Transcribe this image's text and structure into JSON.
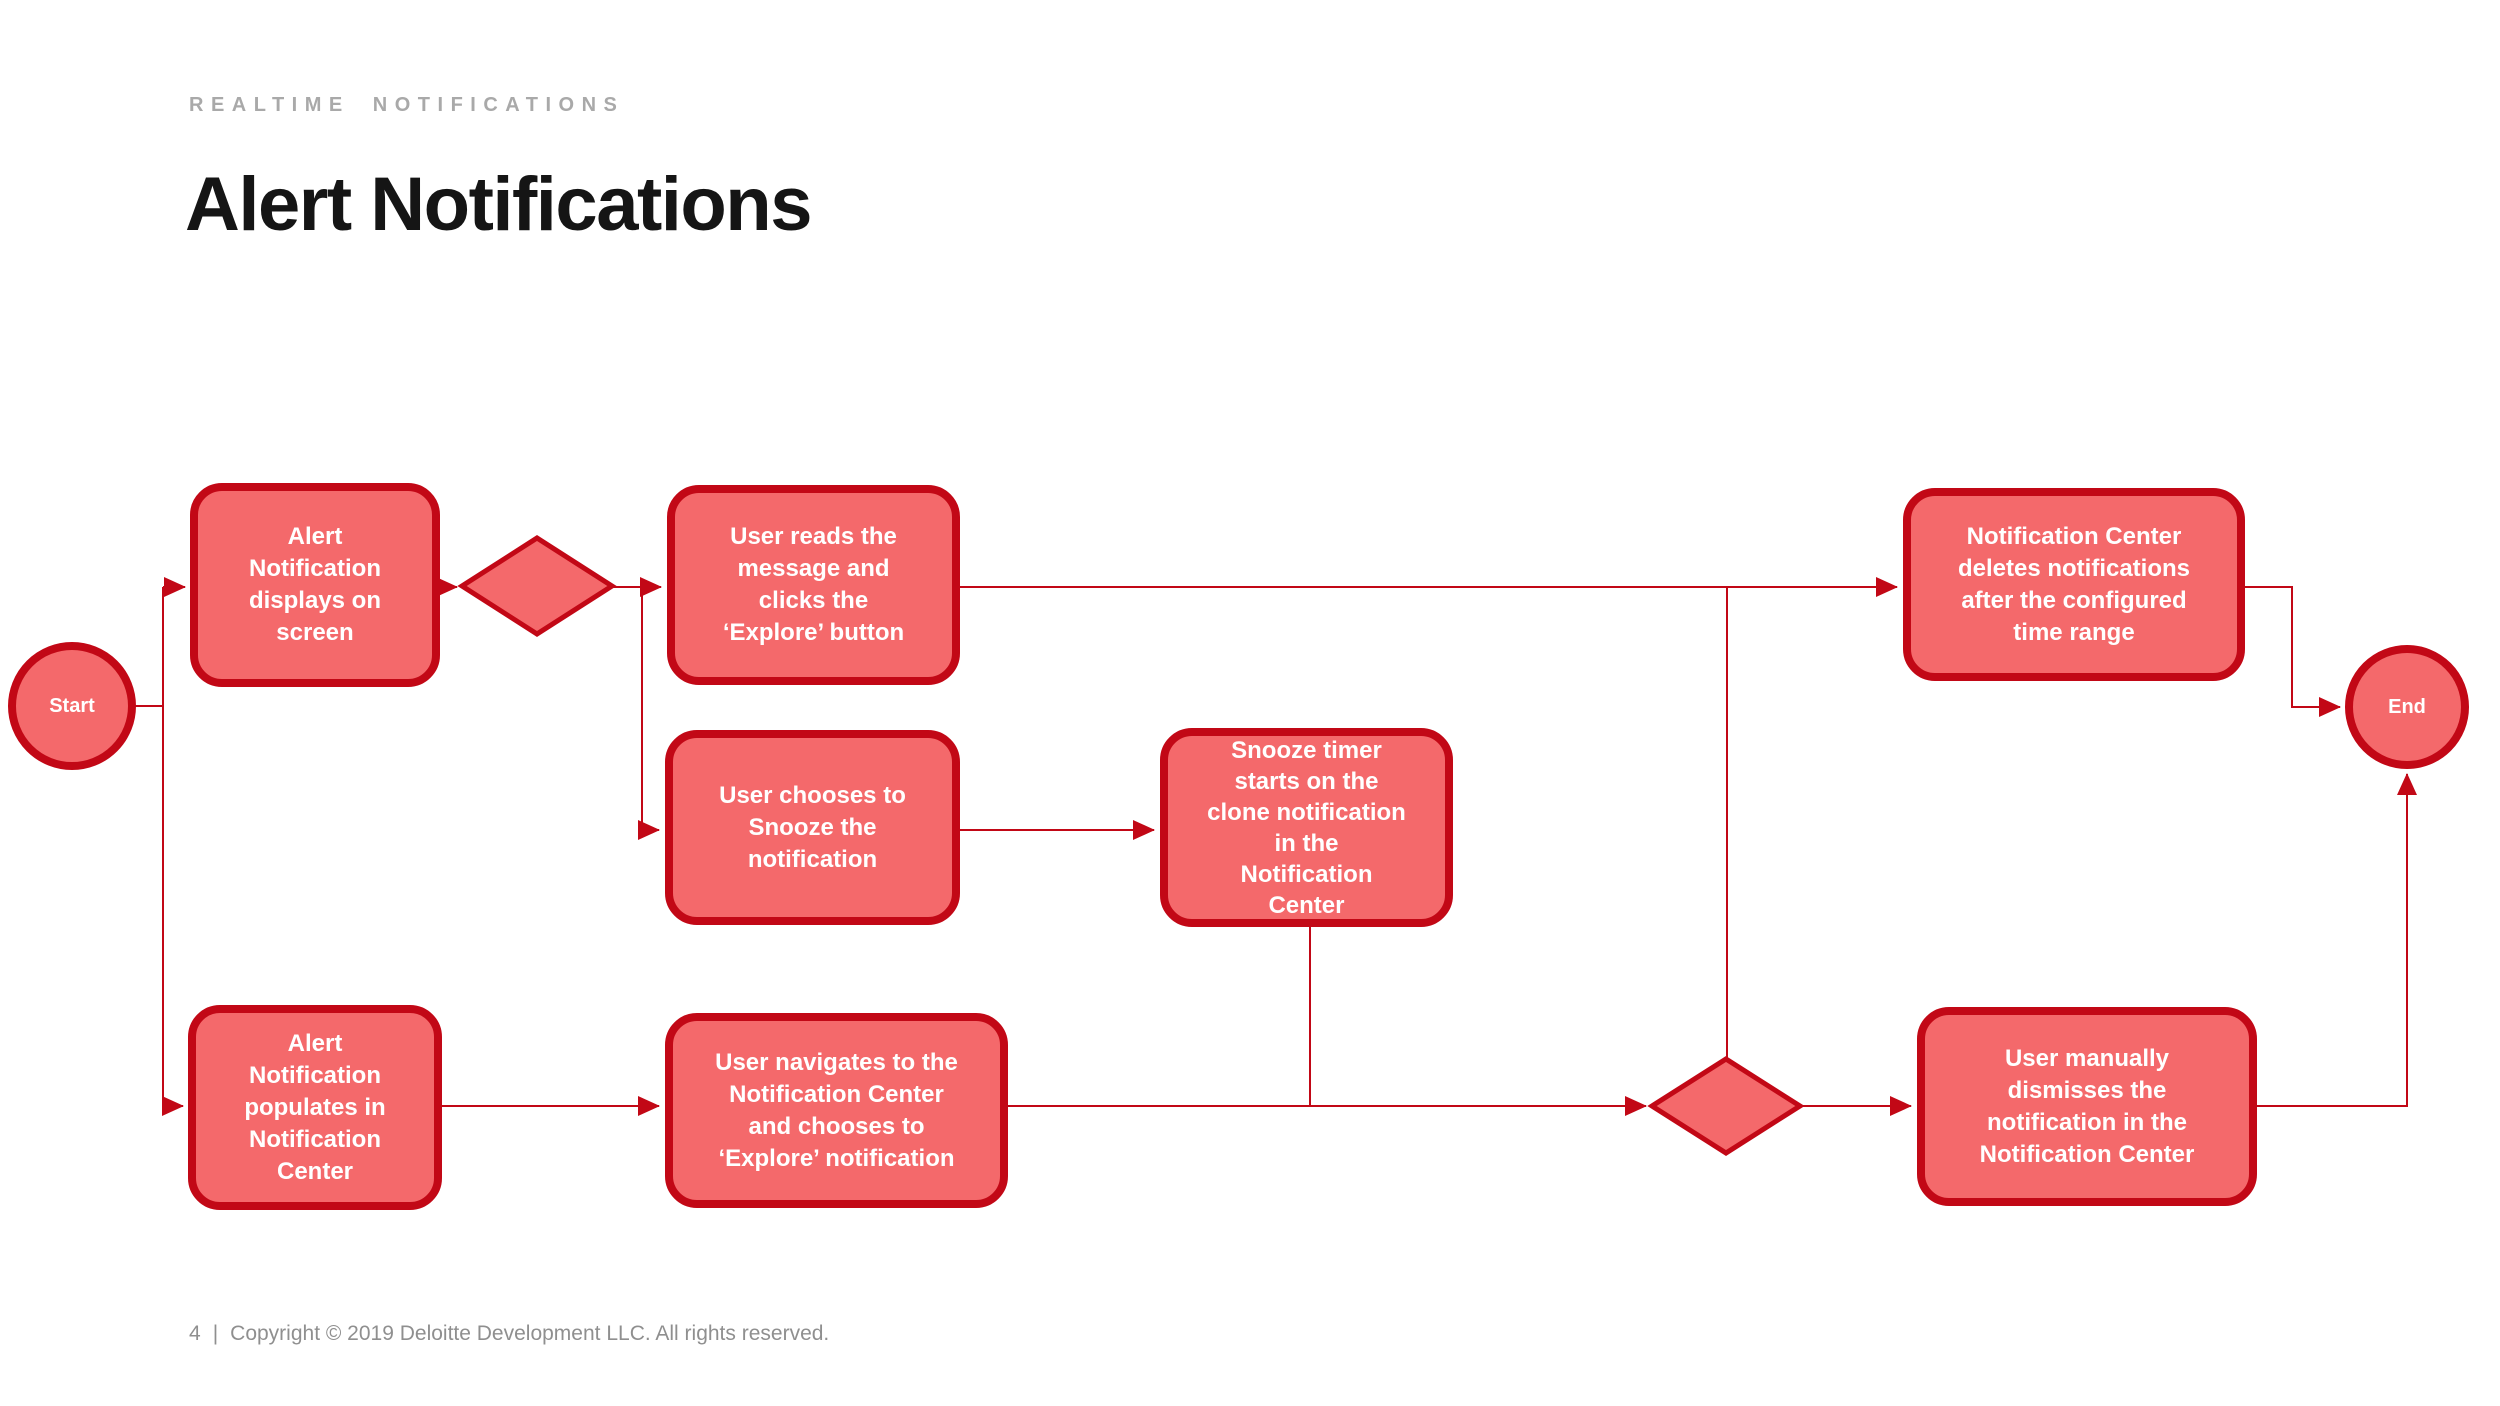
{
  "slide": {
    "kicker": "REALTIME NOTIFICATIONS",
    "title": "Alert Notifications",
    "footer": {
      "page_number": "4",
      "separator": "|",
      "copyright": "Copyright © 2019 Deloitte Development LLC. All rights reserved."
    }
  },
  "colors": {
    "background": "#FFFFFF",
    "node_fill": "#F4696B",
    "node_border": "#C20816",
    "connector": "#C20816",
    "node_text": "#FFFFFF",
    "kicker_text": "#A9A9A9",
    "title_text": "#151515",
    "footer_text": "#8F8F8F"
  },
  "flowchart": {
    "start": {
      "label": "Start"
    },
    "end": {
      "label": "End"
    },
    "nodes": {
      "alert_displays": {
        "lines": [
          "Alert",
          "Notification",
          "displays on",
          "screen"
        ]
      },
      "user_reads": {
        "lines": [
          "User reads the",
          "message and",
          "clicks the",
          "‘Explore’ button"
        ]
      },
      "user_snoozes": {
        "lines": [
          "User chooses to",
          "Snooze the",
          "notification"
        ]
      },
      "snooze_timer": {
        "lines": [
          "Snooze timer",
          "starts on the",
          "clone notification",
          "in the",
          "Notification",
          "Center"
        ]
      },
      "center_deletes": {
        "lines": [
          "Notification Center",
          "deletes notifications",
          "after the configured",
          "time range"
        ]
      },
      "alert_populates": {
        "lines": [
          "Alert",
          "Notification",
          "populates in",
          "Notification",
          "Center"
        ]
      },
      "user_navigates": {
        "lines": [
          "User navigates to the",
          "Notification Center",
          "and chooses to",
          "‘Explore’ notification"
        ]
      },
      "user_dismisses": {
        "lines": [
          "User manually",
          "dismisses the",
          "notification in the",
          "Notification Center"
        ]
      }
    },
    "decisions": {
      "decision1": {
        "label": ""
      },
      "decision2": {
        "label": ""
      }
    }
  }
}
